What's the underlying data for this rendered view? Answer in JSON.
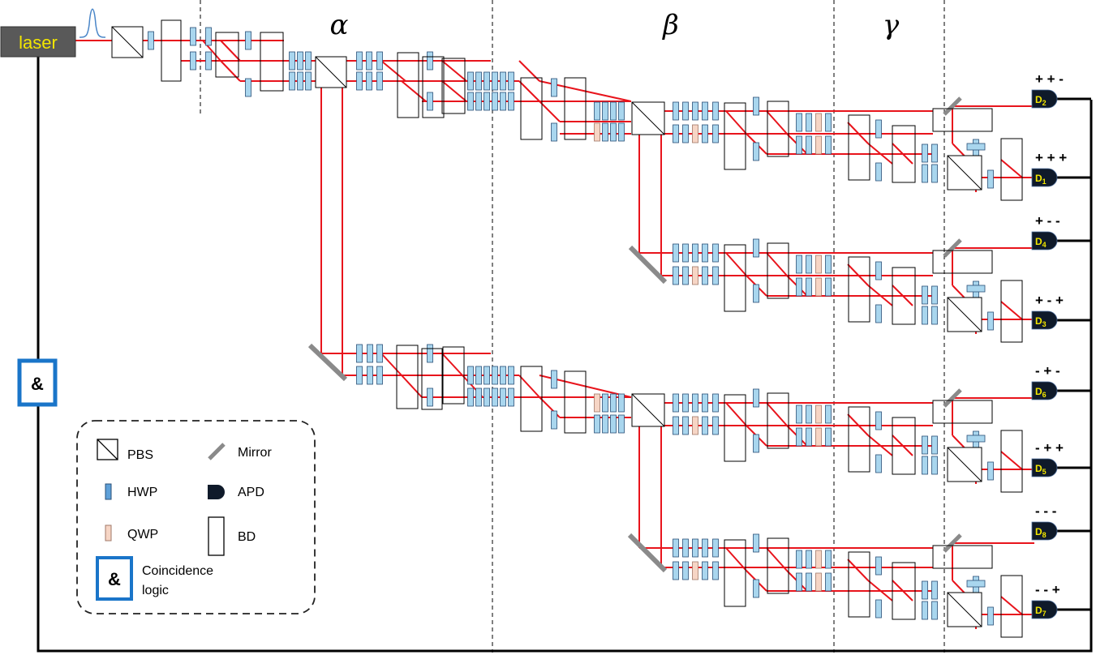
{
  "source": {
    "label": "laser"
  },
  "stages": [
    "α",
    "β",
    "γ"
  ],
  "coincidence": {
    "symbol": "&"
  },
  "detectors": [
    {
      "name": "D",
      "sub": "2",
      "sign": "+ + -"
    },
    {
      "name": "D",
      "sub": "1",
      "sign": "+ + +"
    },
    {
      "name": "D",
      "sub": "4",
      "sign": "+ - -"
    },
    {
      "name": "D",
      "sub": "3",
      "sign": "+ - +"
    },
    {
      "name": "D",
      "sub": "6",
      "sign": "- + -"
    },
    {
      "name": "D",
      "sub": "5",
      "sign": "- + +"
    },
    {
      "name": "D",
      "sub": "8",
      "sign": "- - -"
    },
    {
      "name": "D",
      "sub": "7",
      "sign": "- - +"
    }
  ],
  "legend": {
    "pbs": "PBS",
    "mirror": "Mirror",
    "hwp": "HWP",
    "apd": "APD",
    "qwp": "QWP",
    "bd": "BD",
    "coincidence_line1": "Coincidence",
    "coincidence_line2": "logic",
    "coincidence_symbol": "&"
  },
  "colors": {
    "beam": "#e8141c",
    "hwp": "#a9d6ee",
    "qwp": "#f6d5c5",
    "detector": "#0f1a2a",
    "detector_text": "#f2e600",
    "coincidence_box": "#1a75c9",
    "laser_box": "#595959",
    "mirror": "#8a8a8a"
  }
}
